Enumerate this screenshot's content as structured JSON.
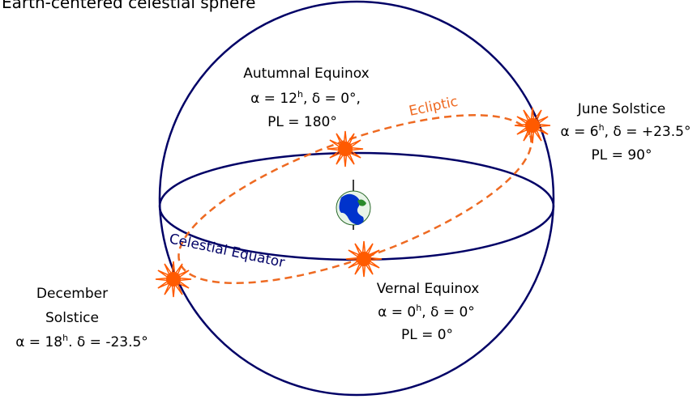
{
  "title": "Earth-centered celestial sphere",
  "colors": {
    "sphere": "#000066",
    "ecliptic": "#ee6a22",
    "sun": "#ff5a00",
    "text": "#000000"
  },
  "curves": {
    "ecliptic_label": "Ecliptic",
    "equator_label": "Celestial Equator"
  },
  "icons": {
    "earth": "earth-globe-icon",
    "sun": "sun-icon"
  },
  "points": {
    "autumnal": {
      "name": "Autumnal Equinox",
      "ra_prefix": "α = 12",
      "ra_sup": "h",
      "ra_suffix": ", δ = 0°,",
      "pl": "PL = 180°"
    },
    "june": {
      "name": "June Solstice",
      "ra_prefix": "α = 6",
      "ra_sup": "h",
      "ra_suffix": ", δ = +23.5°",
      "pl": "PL = 90°"
    },
    "vernal": {
      "name": "Vernal Equinox",
      "ra_prefix": "α = 0",
      "ra_sup": "h",
      "ra_suffix": ", δ = 0°",
      "pl": "PL = 0°"
    },
    "december": {
      "name_line1": "December",
      "name_line2": "Solstice",
      "ra_prefix": "α = 18",
      "ra_sup": "h",
      "ra_suffix": ". δ = -23.5°"
    }
  }
}
